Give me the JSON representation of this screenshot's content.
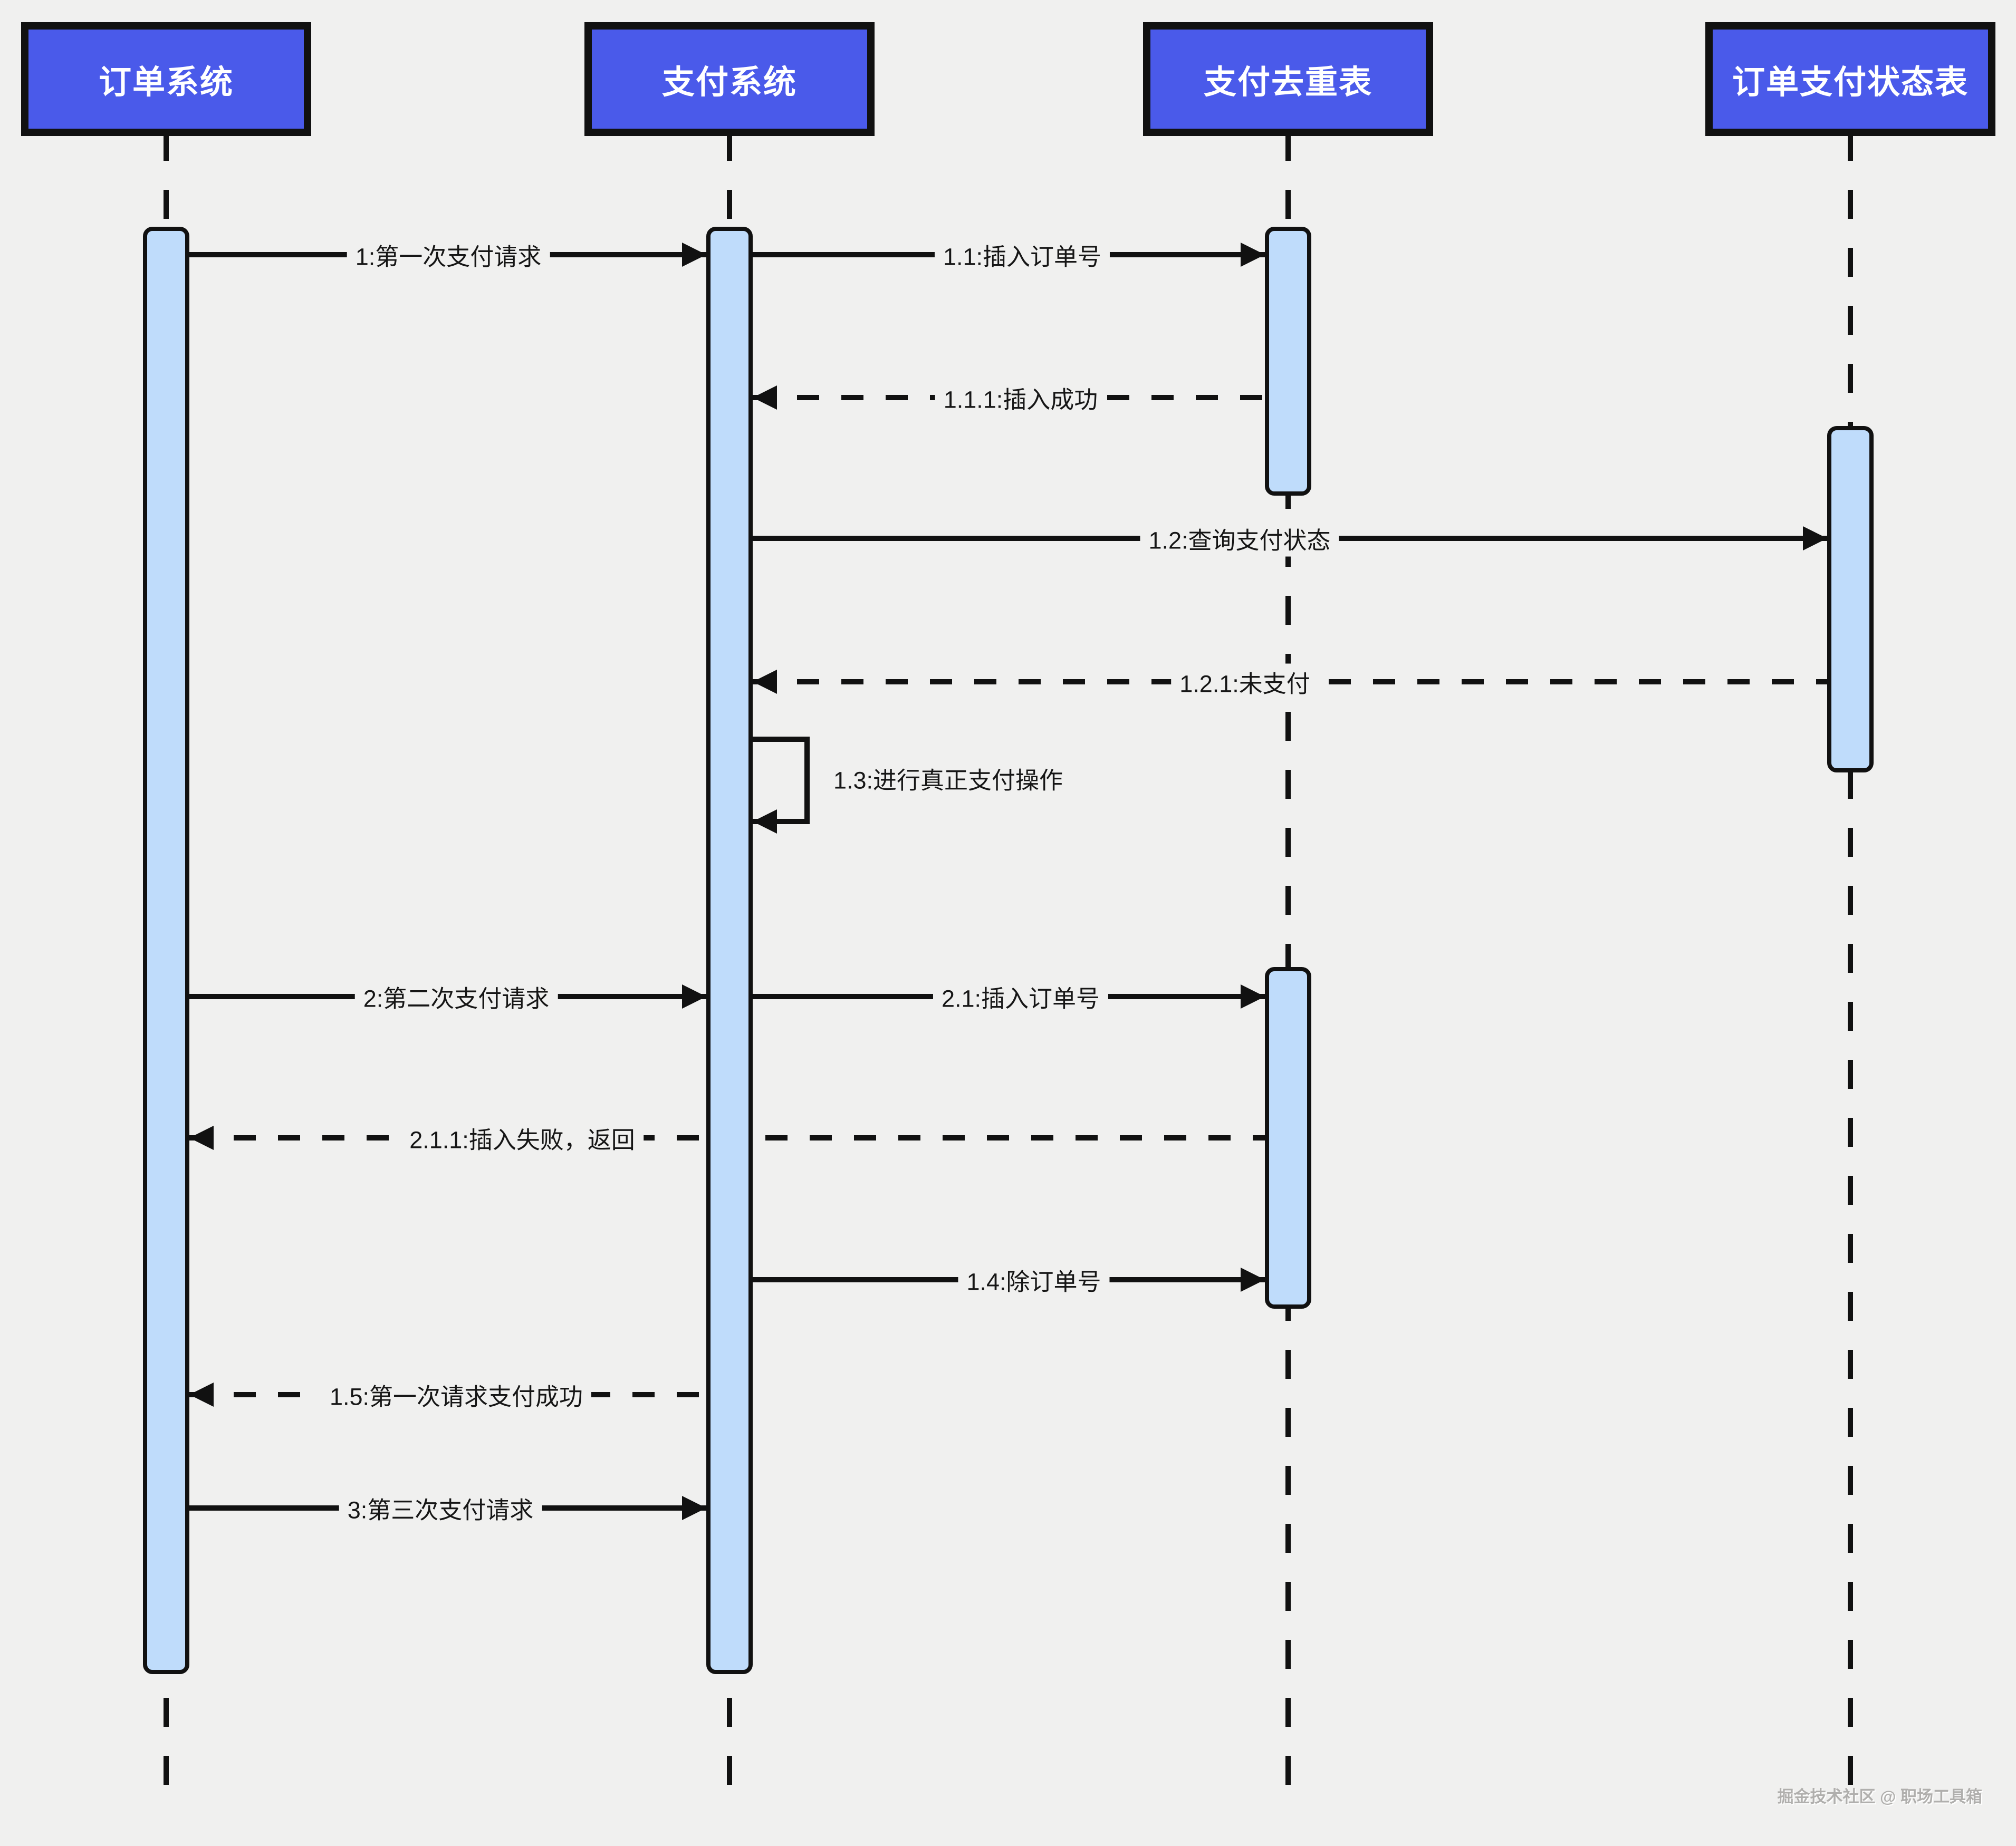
{
  "theme": {
    "bg": "#f0f0ef",
    "actor": "#4a5aea",
    "actorText": "#ffffff",
    "activation": "#bfdcfb",
    "line": "#111111",
    "labelText": "#161616",
    "watermarkColor": "#b0afad"
  },
  "diagram_type": "sequence",
  "actors": {
    "order": "订单系统",
    "payment": "支付系统",
    "dedup": "支付去重表",
    "status": "订单支付状态表"
  },
  "messages": {
    "m1": "1:第一次支付请求",
    "m1_1": "1.1:插入订单号",
    "m1_1_1": "1.1.1:插入成功",
    "m1_2": "1.2:查询支付状态",
    "m1_2_1": "1.2.1:未支付",
    "m1_3": "1.3:进行真正支付操作",
    "m2": "2:第二次支付请求",
    "m2_1": "2.1:插入订单号",
    "m2_1_1": "2.1.1:插入失败，返回",
    "m1_4": "1.4:除订单号",
    "m1_5": "1.5:第一次请求支付成功",
    "m3": "3:第三次支付请求"
  },
  "watermark": "掘金技术社区 @ 职场工具箱"
}
